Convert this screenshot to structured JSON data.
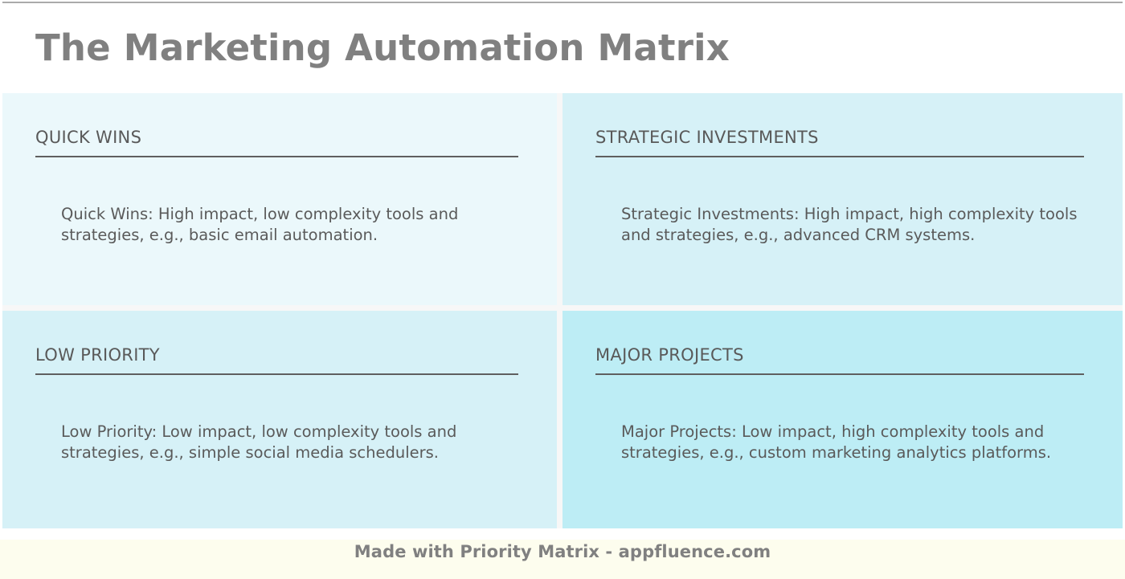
{
  "header": {
    "title": "The Marketing Automation Matrix"
  },
  "matrix": {
    "quadrants": [
      {
        "key": "quick-wins",
        "title": "QUICK WINS",
        "body": "Quick Wins: High impact, low complexity tools and strategies, e.g., basic email automation.",
        "color": "#ebf8fb"
      },
      {
        "key": "strategic-investments",
        "title": "STRATEGIC INVESTMENTS",
        "body": "Strategic Investments: High impact, high complexity tools and strategies, e.g., advanced CRM systems.",
        "color": "#d6f1f7"
      },
      {
        "key": "low-priority",
        "title": "LOW PRIORITY",
        "body": "Low Priority: Low impact, low complexity tools and strategies, e.g., simple social media schedulers.",
        "color": "#d6f1f7"
      },
      {
        "key": "major-projects",
        "title": "MAJOR PROJECTS",
        "body": "Major Projects: Low impact, high complexity tools and strategies, e.g., custom marketing analytics platforms.",
        "color": "#bdedf5"
      }
    ]
  },
  "footer": {
    "text": "Made with Priority Matrix - appfluence.com",
    "background": "#fdfdee"
  },
  "theme": {
    "title_color": "#808080",
    "text_color": "#5a5a5a",
    "rule_color": "#5f5f5f",
    "page_background": "#ffffff"
  }
}
